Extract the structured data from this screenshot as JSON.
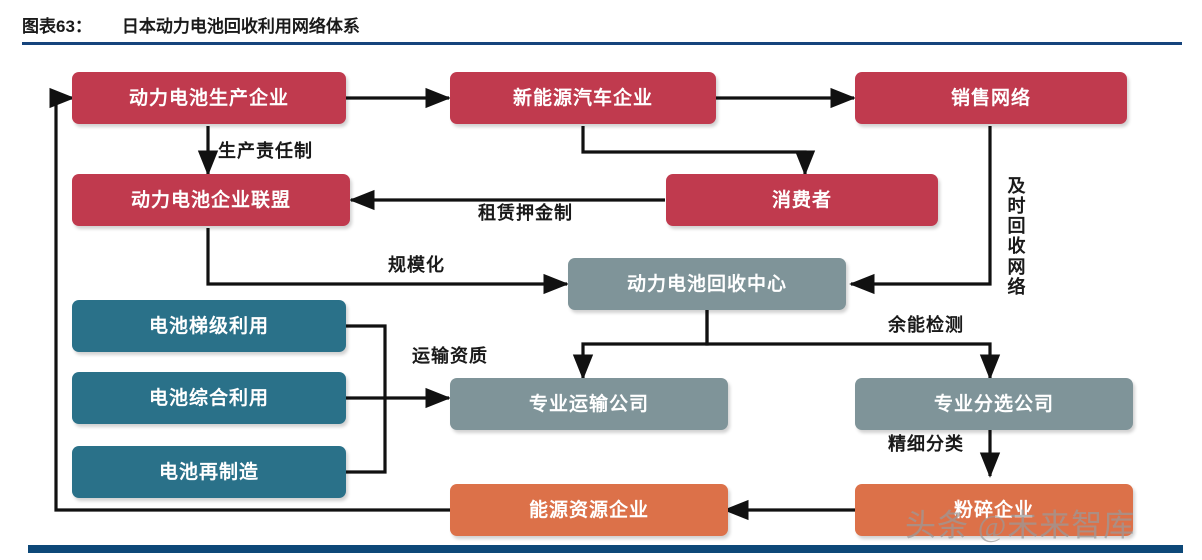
{
  "header": {
    "figure_no": "图表63：",
    "title": "日本动力电池回收利用网络体系",
    "rule_color": "#16447c"
  },
  "colors": {
    "red": "#c03a4e",
    "teal": "#2a7189",
    "slate": "#7f9499",
    "orange": "#dc7149",
    "line": "#111111",
    "header_rule": "#16447c",
    "footer_rule": "#0d4878"
  },
  "diagram": {
    "type": "flowchart",
    "nodes": [
      {
        "id": "battery_maker",
        "label": "动力电池生产企业",
        "color": "red"
      },
      {
        "id": "nev_maker",
        "label": "新能源汽车企业",
        "color": "red"
      },
      {
        "id": "sales_network",
        "label": "销售网络",
        "color": "red"
      },
      {
        "id": "battery_alliance",
        "label": "动力电池企业联盟",
        "color": "red"
      },
      {
        "id": "consumer",
        "label": "消费者",
        "color": "red"
      },
      {
        "id": "recycle_center",
        "label": "动力电池回收中心",
        "color": "slate"
      },
      {
        "id": "cascade_use",
        "label": "电池梯级利用",
        "color": "teal"
      },
      {
        "id": "comprehensive",
        "label": "电池综合利用",
        "color": "teal"
      },
      {
        "id": "remanufacture",
        "label": "电池再制造",
        "color": "teal"
      },
      {
        "id": "transport_co",
        "label": "专业运输公司",
        "color": "slate"
      },
      {
        "id": "sorting_co",
        "label": "专业分选公司",
        "color": "slate"
      },
      {
        "id": "energy_resource",
        "label": "能源资源企业",
        "color": "orange"
      },
      {
        "id": "crushing_co",
        "label": "粉碎企业",
        "color": "orange"
      }
    ],
    "edge_labels": [
      {
        "id": "producer_responsibility",
        "text": "生产责任制"
      },
      {
        "id": "lease_deposit",
        "text": "租赁押金制"
      },
      {
        "id": "scale",
        "text": "规模化"
      },
      {
        "id": "timely_recovery_network",
        "text": "及时回收网络"
      },
      {
        "id": "transport_qualification",
        "text": "运输资质"
      },
      {
        "id": "residual_energy_test",
        "text": "余能检测"
      },
      {
        "id": "fine_classification",
        "text": "精细分类"
      }
    ]
  },
  "watermark": {
    "text": "头条 @未来智库"
  }
}
